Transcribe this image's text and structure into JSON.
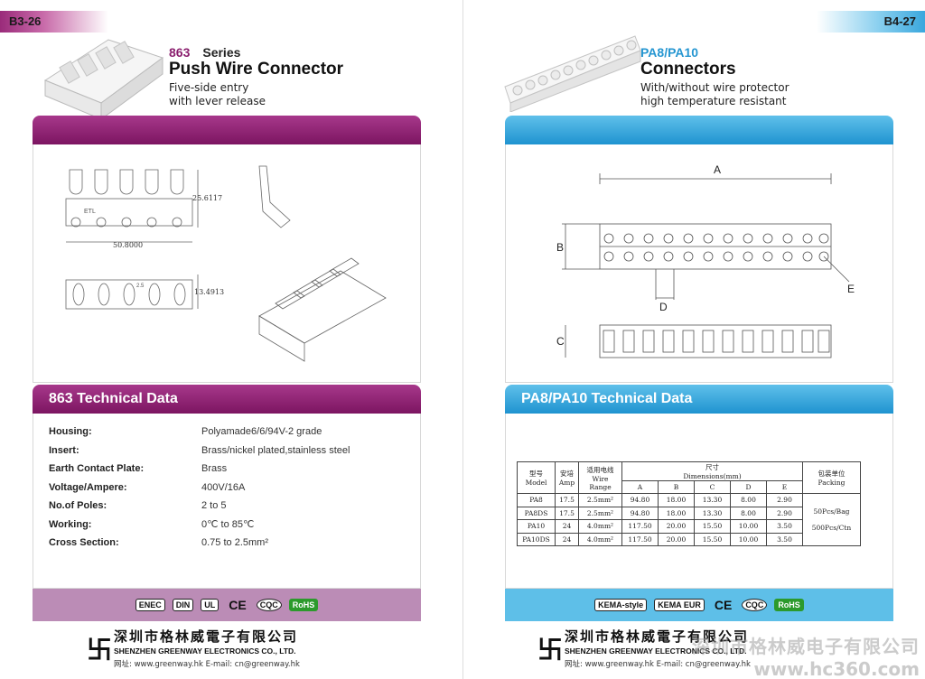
{
  "left": {
    "page_tag": "B3-26",
    "series_code": "863",
    "series_word": "Series",
    "title": "Push Wire Connector",
    "subtitle_lines": [
      "Five-side entry",
      "with lever release"
    ],
    "drawing": {
      "dim_height": "25.6117",
      "dim_width": "50.8000",
      "dim_depth": "13.4913",
      "etl_mark": "ETL",
      "pitch_label": "2.5"
    },
    "tech_title": "863 Technical Data",
    "specs": [
      {
        "label": "Housing:",
        "value": "Polyamade6/6/94V-2 grade"
      },
      {
        "label": "Insert:",
        "value": "Brass/nickel plated,stainless steel"
      },
      {
        "label": "Earth Contact Plate:",
        "value": "Brass"
      },
      {
        "label": "Voltage/Ampere:",
        "value": "400V/16A"
      },
      {
        "label": "No.of Poles:",
        "value": "2 to 5"
      },
      {
        "label": "Working:",
        "value": "0℃ to 85℃"
      },
      {
        "label": "Cross Section:",
        "value": "0.75 to 2.5mm²"
      }
    ],
    "certs": [
      "ENEC",
      "DIN",
      "UL",
      "CE",
      "CQC",
      "RoHS"
    ]
  },
  "right": {
    "page_tag": "B4-27",
    "series_code": "PA8/PA10",
    "title": "Connectors",
    "subtitle_lines": [
      "With/without wire protector",
      "high temperature resistant"
    ],
    "drawing": {
      "label_a": "A",
      "label_b": "B",
      "label_c": "C",
      "label_d": "D",
      "label_e": "E"
    },
    "tech_title": "PA8/PA10 Technical Data",
    "table": {
      "h_model_cn": "型号",
      "h_model_en": "Model",
      "h_amp_cn": "安培",
      "h_amp_en": "Amp",
      "h_wire_cn": "适用电线",
      "h_wire_en": "Wire Range",
      "h_dim_cn": "尺寸",
      "h_dim_en": "Dimensions(mm)",
      "h_pack_cn": "包装单位",
      "h_pack_en": "Packing",
      "dim_cols": [
        "A",
        "B",
        "C",
        "D",
        "E"
      ],
      "rows": [
        {
          "model": "PA8",
          "amp": "17.5",
          "wire": "2.5mm²",
          "a": "94.80",
          "b": "18.00",
          "c": "13.30",
          "d": "8.00",
          "e": "2.90"
        },
        {
          "model": "PA8DS",
          "amp": "17.5",
          "wire": "2.5mm²",
          "a": "94.80",
          "b": "18.00",
          "c": "13.30",
          "d": "8.00",
          "e": "2.90"
        },
        {
          "model": "PA10",
          "amp": "24",
          "wire": "4.0mm²",
          "a": "117.50",
          "b": "20.00",
          "c": "15.50",
          "d": "10.00",
          "e": "3.50"
        },
        {
          "model": "PA10DS",
          "amp": "24",
          "wire": "4.0mm²",
          "a": "117.50",
          "b": "20.00",
          "c": "15.50",
          "d": "10.00",
          "e": "3.50"
        }
      ],
      "packing_1": "50Pcs/Bag",
      "packing_2": "500Pcs/Ctn"
    },
    "certs": [
      "KEMA-style",
      "KEMA EUR",
      "CE",
      "CQC",
      "RoHS"
    ]
  },
  "company": {
    "cn_name": "深圳市格林威電子有限公司",
    "en_name": "SHENZHEN GREENWAY ELECTRONICS CO., LTD.",
    "contact": "网址: www.greenway.hk   E-mail: cn@greenway.hk"
  },
  "watermark": {
    "line1": "深圳市格林威电子有限公司",
    "line2": "www.hc360.com"
  },
  "colors": {
    "purple": "#8a1f6e",
    "blue": "#2596d1"
  }
}
